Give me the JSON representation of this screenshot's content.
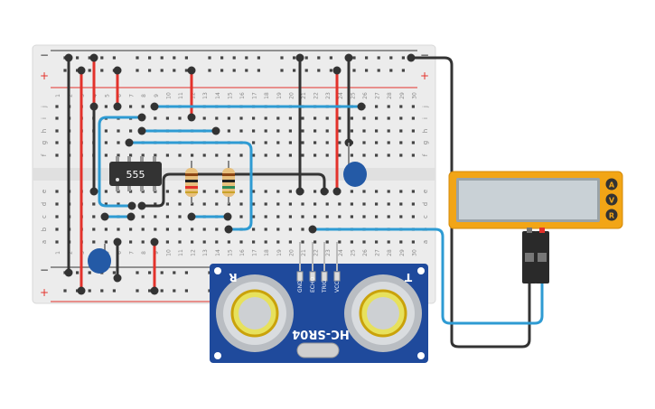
{
  "breadboard": {
    "rail_minus": "−",
    "rail_plus": "+",
    "row_letters_top": [
      "j",
      "i",
      "h",
      "g",
      "f"
    ],
    "row_letters_bottom": [
      "e",
      "d",
      "c",
      "b",
      "a"
    ],
    "column_numbers": [
      "1",
      "2",
      "3",
      "4",
      "5",
      "6",
      "7",
      "8",
      "9",
      "10",
      "11",
      "12",
      "13",
      "14",
      "15",
      "16",
      "17",
      "18",
      "19",
      "20",
      "21",
      "22",
      "23",
      "24",
      "25",
      "26",
      "27",
      "28",
      "29",
      "30"
    ]
  },
  "ic": {
    "label": "555"
  },
  "sensor": {
    "name": "HC-SR04",
    "pins": [
      "GND",
      "ECHO",
      "TRIG",
      "VCC"
    ],
    "corner_left": "R",
    "corner_right": "T"
  },
  "multimeter": {
    "modes": [
      "A",
      "V",
      "R"
    ],
    "body_color": "#f2a516",
    "display_color": "#c9d1d6"
  },
  "colors": {
    "board": "#ececec",
    "wire_red": "#e3322b",
    "wire_black": "#333333",
    "wire_blue": "#2e9bd3",
    "pcb_blue": "#1f4a9c",
    "capacitor": "#245aa6"
  }
}
